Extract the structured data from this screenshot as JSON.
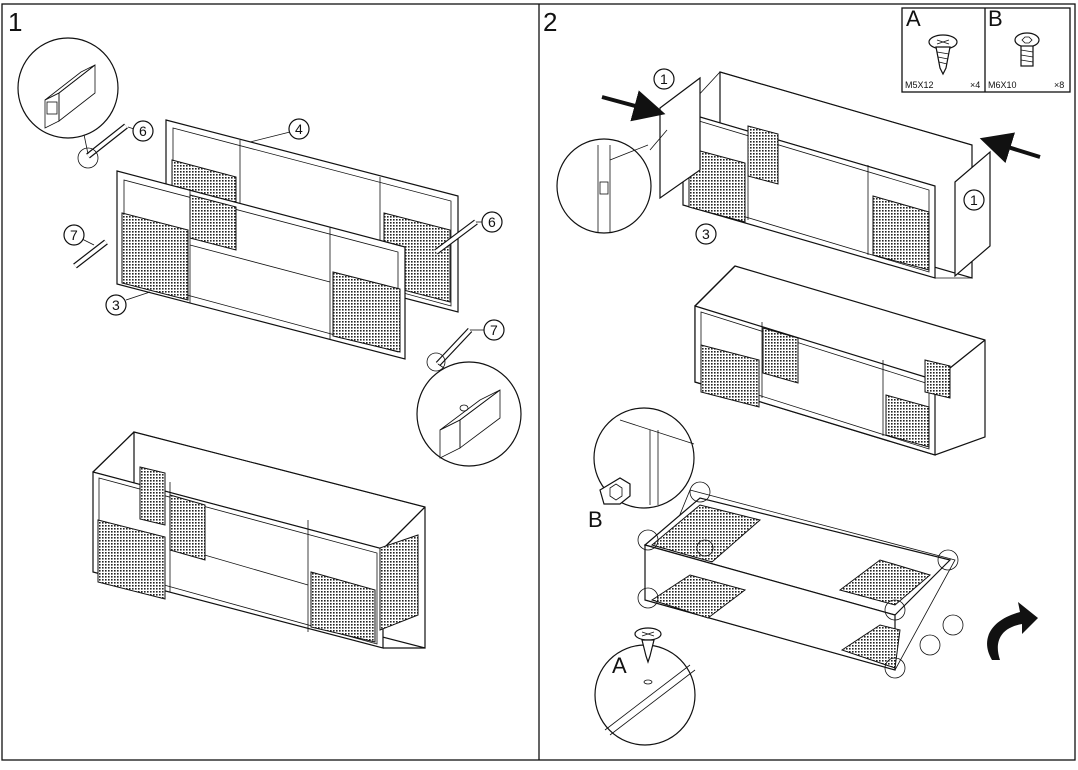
{
  "steps": [
    {
      "number": "1"
    },
    {
      "number": "2"
    }
  ],
  "parts": {
    "p1": "1",
    "p3": "3",
    "p4": "4",
    "p6": "6",
    "p7": "7"
  },
  "hardware": {
    "A": {
      "letter": "A",
      "spec": "M5X12",
      "qty": "×4"
    },
    "B": {
      "letter": "B",
      "spec": "M6X10",
      "qty": "×8"
    }
  }
}
